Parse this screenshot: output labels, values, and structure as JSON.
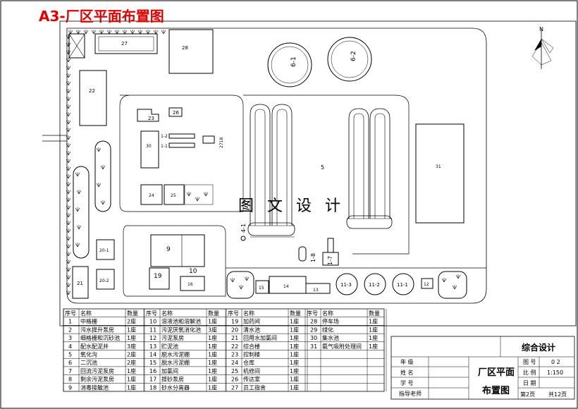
{
  "title": "A3-厂区平面布置图",
  "watermark": "图 文 设 计",
  "north": "N",
  "buildings": {
    "b27": "27",
    "b28": "28",
    "b22": "22",
    "b23": "23",
    "b26": "26",
    "b30": "30",
    "b1_2": "1-2",
    "b1_1": "1-1",
    "b2718": "2718",
    "b24": "24",
    "b25": "25",
    "b20_1": "20-1",
    "b20_2": "20-2",
    "b21": "21",
    "b9": "9",
    "b10": "10",
    "b19": "19",
    "b16": "16",
    "b15": "15",
    "b14": "14",
    "b13": "13",
    "b11_3": "11-3",
    "b11_2": "11-2",
    "b11_1": "11-1",
    "b12": "12",
    "b5": "5",
    "b31": "31",
    "b6_1": "6-1",
    "b6_2": "6-2",
    "b4_1": "4-1",
    "b1_8": "1-8",
    "b1_7": "1-7"
  },
  "legend": {
    "headers": [
      "序号",
      "名称",
      "数量"
    ],
    "col1": [
      [
        "1",
        "中格栅",
        "2座"
      ],
      [
        "2",
        "污水提升泵房",
        "1座"
      ],
      [
        "3",
        "细格栅和沉砂池",
        "1座"
      ],
      [
        "4",
        "配水配泥井",
        "3座"
      ],
      [
        "5",
        "氧化沟",
        "2座"
      ],
      [
        "6",
        "二沉池",
        "2座"
      ],
      [
        "7",
        "回流污泥泵房",
        "1座"
      ],
      [
        "8",
        "剩余污泥泵房",
        "1座"
      ],
      [
        "9",
        "消毒接触池",
        "1座"
      ]
    ],
    "col2": [
      [
        "10",
        "溶液池和溶解池",
        "1座"
      ],
      [
        "11",
        "污泥厌氧消化池",
        "3座"
      ],
      [
        "12",
        "污泥泵房",
        "1座"
      ],
      [
        "13",
        "贮泥池",
        "1座"
      ],
      [
        "14",
        "脱水污泥棚",
        "1座"
      ],
      [
        "15",
        "脱水污泥棚",
        "1座"
      ],
      [
        "16",
        "加氯间",
        "1座"
      ],
      [
        "17",
        "提砂泵房",
        "1座"
      ],
      [
        "18",
        "砂水分离器",
        "1座"
      ]
    ],
    "col3": [
      [
        "19",
        "加药间",
        "1座"
      ],
      [
        "20",
        "清水池",
        "1座"
      ],
      [
        "21",
        "回用水加氯间",
        "1座"
      ],
      [
        "22",
        "综合楼",
        "1座"
      ],
      [
        "23",
        "控制楼",
        "1座"
      ],
      [
        "24",
        "仓库",
        "1座"
      ],
      [
        "25",
        "机修间",
        "1座"
      ],
      [
        "26",
        "传达室",
        "1座"
      ],
      [
        "27",
        "员工宿舍",
        "1座"
      ]
    ],
    "col4": [
      [
        "28",
        "停车场",
        "1座"
      ],
      [
        "29",
        "绿化",
        "1座"
      ],
      [
        "30",
        "集水池",
        "1座"
      ],
      [
        "31",
        "氨气吸附处理间",
        "1座"
      ],
      [
        "",
        "",
        ""
      ],
      [
        "",
        "",
        ""
      ],
      [
        "",
        "",
        ""
      ],
      [
        "",
        "",
        ""
      ],
      [
        "",
        "",
        ""
      ]
    ]
  },
  "titleblock": {
    "project": "综合设计",
    "drawing_title_1": "厂区平面",
    "drawing_title_2": "布置图",
    "labels": [
      "年  级",
      "姓  名",
      "学  号",
      "指导老师"
    ],
    "fig_no_label": "图 号",
    "fig_no": "0 2",
    "scale_label": "比 例",
    "scale": "1:150",
    "date_label": "日 期",
    "date": "",
    "page": "第2页",
    "total": "共12页"
  }
}
